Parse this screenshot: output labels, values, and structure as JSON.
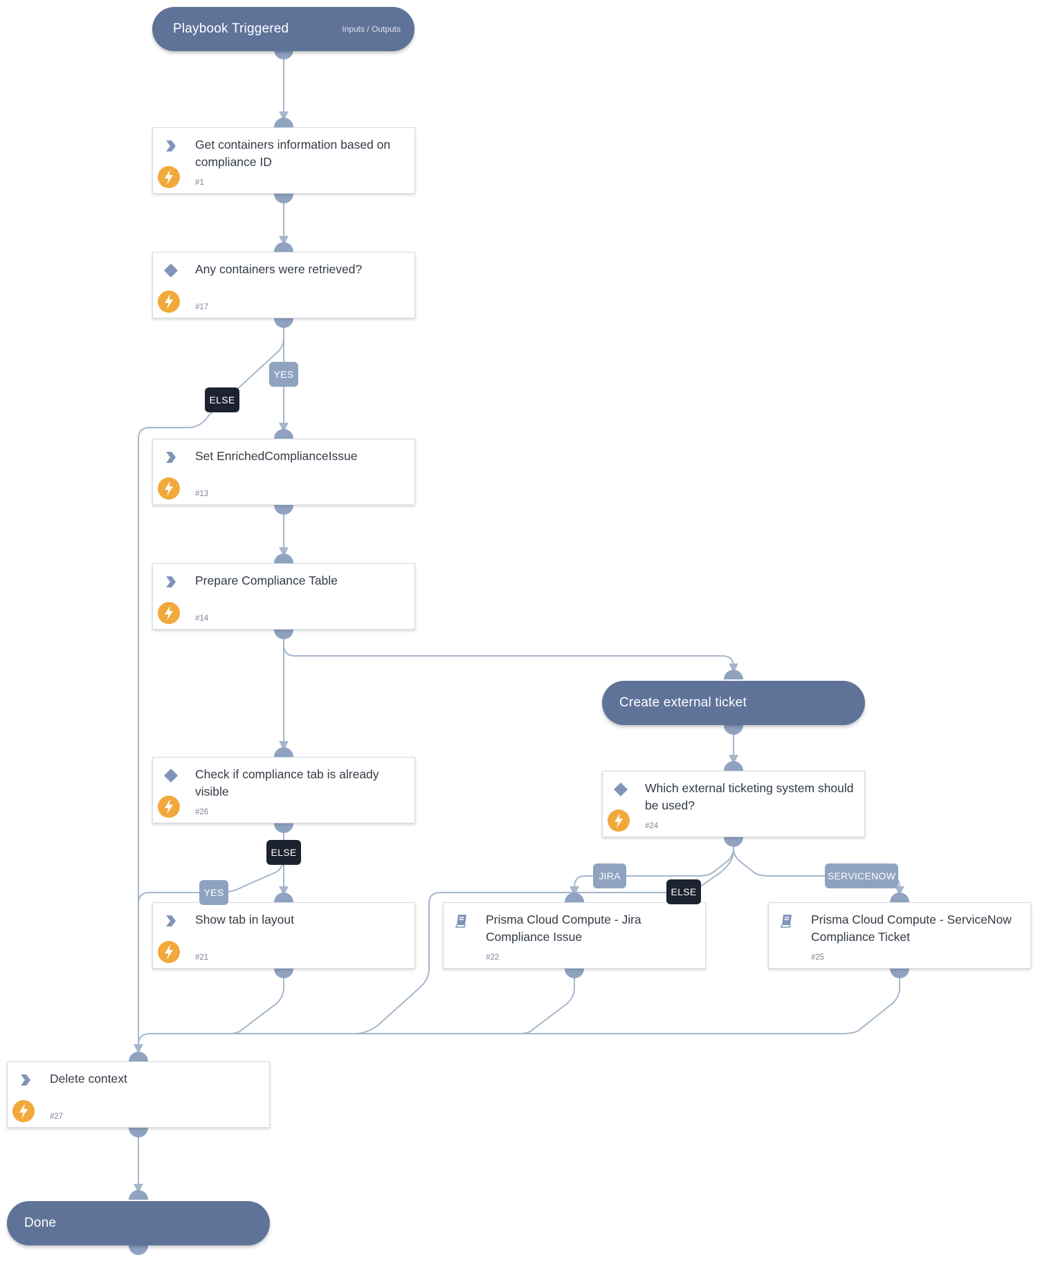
{
  "start": {
    "title": "Playbook Triggered",
    "io": "Inputs / Outputs"
  },
  "nodes": {
    "n1": {
      "title": "Get containers information based on compliance ID",
      "id": "#1"
    },
    "n17": {
      "title": "Any containers were retrieved?",
      "id": "#17"
    },
    "n13": {
      "title": "Set EnrichedComplianceIssue",
      "id": "#13"
    },
    "n14": {
      "title": "Prepare Compliance Table",
      "id": "#14"
    },
    "n26": {
      "title": "Check if compliance tab is already visible",
      "id": "#26"
    },
    "n21": {
      "title": "Show tab in layout",
      "id": "#21"
    },
    "n24": {
      "title": "Which external ticketing system should be used?",
      "id": "#24"
    },
    "n22": {
      "title": "Prisma Cloud Compute - Jira Compliance Issue",
      "id": "#22"
    },
    "n25": {
      "title": "Prisma Cloud Compute - ServiceNow Compliance Ticket",
      "id": "#25"
    },
    "n27": {
      "title": "Delete context",
      "id": "#27"
    }
  },
  "section": {
    "title": "Create external ticket"
  },
  "end": {
    "title": "Done"
  },
  "labels": {
    "yes_17": "YES",
    "else_17": "ELSE",
    "else_26": "ELSE",
    "yes_26": "YES",
    "jira": "JIRA",
    "else_24": "ELSE",
    "servicenow": "SERVICENOW"
  },
  "icons": {
    "task": "chevron-icon",
    "condition": "diamond-icon",
    "playbook": "book-icon",
    "automation": "lightning-icon"
  },
  "colors": {
    "header": "#5f7399",
    "connector": "#8fa3c1",
    "wire": "#a6b6cc",
    "bolt": "#f2a93b",
    "label_yes": "#8fa3c1",
    "label_else": "#1c2230"
  }
}
